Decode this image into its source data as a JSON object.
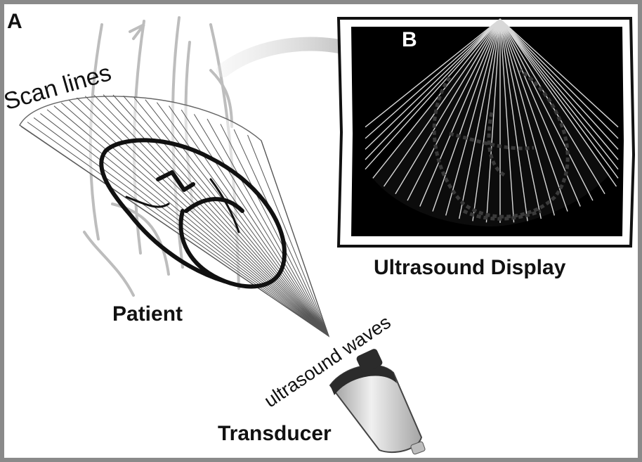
{
  "panels": {
    "a": "A",
    "b": "B"
  },
  "labels": {
    "scan_lines": "Scan lines",
    "patient": "Patient",
    "ultrasound_waves": "ultrasound waves",
    "transducer": "Transducer",
    "ultrasound_display": "Ultrasound Display"
  },
  "colors": {
    "frame_border": "#8a8a8a",
    "background": "#ffffff",
    "screen": "#000000",
    "arrow": "#c4c4c4",
    "body_outline": "#bdbdbd",
    "heart_outline": "#111111",
    "echo_trace": "#3a3a3a",
    "transducer_body": "#c9c9c9",
    "transducer_tip": "#2b2b2b"
  },
  "icons": {
    "monitor": "ultrasound-monitor-icon",
    "transducer": "transducer-probe-icon",
    "heart": "heart-illustration-icon",
    "torso": "patient-torso-icon",
    "arrow": "curved-arrow-icon"
  }
}
